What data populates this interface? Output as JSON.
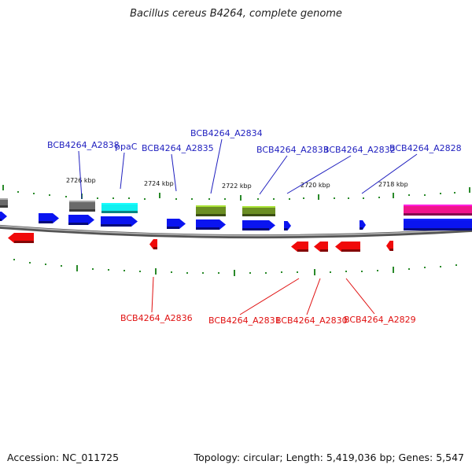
{
  "title": "Bacillus cereus B4264, complete genome",
  "footer": {
    "accession": "Accession: NC_011725",
    "summary": "Topology: circular; Length: 5,419,036 bp; Genes: 5,547"
  },
  "colors": {
    "forward_label": "#1f1fbf",
    "reverse_label": "#e01010",
    "backbone": "#888888",
    "tick": "#2a8a2a",
    "blue": "#0a14f0",
    "red": "#f00a0a",
    "gray": "#6a6a6a",
    "cyan": "#10f0f0",
    "olive": "#6b8e23",
    "magenta": "#f0148c"
  },
  "axis": {
    "tick_labels": [
      "2726 kbp",
      "2724 kbp",
      "2722 kbp",
      "2720 kbp",
      "2718 kbp"
    ]
  },
  "gene_labels": {
    "forward": [
      "BCB4264_A2838",
      "ppaC",
      "BCB4264_A2835",
      "BCB4264_A2834",
      "BCB4264_A2833",
      "BCB4264_A2832",
      "BCB4264_A2828"
    ],
    "reverse": [
      "BCB4264_A2836",
      "BCB4264_A2831",
      "BCB4264_A2830",
      "BCB4264_A2829"
    ]
  }
}
